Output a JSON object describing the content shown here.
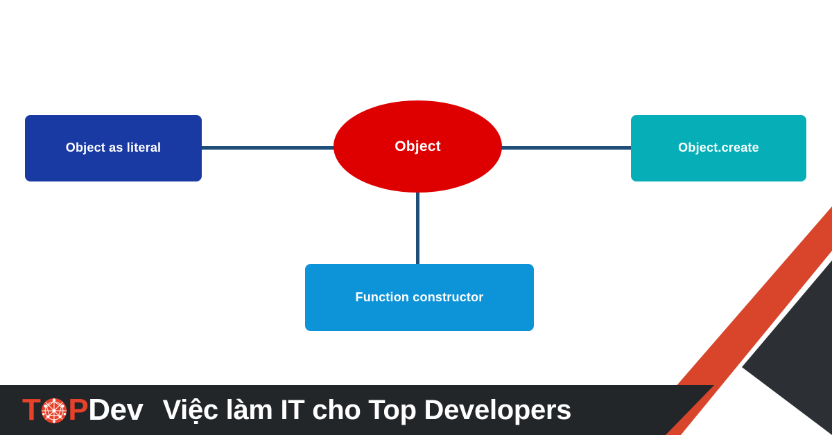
{
  "diagram": {
    "type": "mind-map",
    "center": {
      "id": "object",
      "label": "Object",
      "shape": "ellipse",
      "color": "#de0000",
      "text_color": "#ffffff"
    },
    "branches": [
      {
        "id": "object-as-literal",
        "label": "Object as literal",
        "shape": "rounded-rect",
        "color": "#1a3aa3",
        "text_color": "#ffffff",
        "position": "left"
      },
      {
        "id": "object-create",
        "label": "Object.create",
        "shape": "rounded-rect",
        "color": "#06afb7",
        "text_color": "#ffffff",
        "position": "right"
      },
      {
        "id": "function-constructor",
        "label": "Function constructor",
        "shape": "rounded-rect",
        "color": "#0d93d8",
        "text_color": "#ffffff",
        "position": "bottom"
      }
    ],
    "connector_color": "#1f4e79",
    "background": "#ffffff"
  },
  "banner": {
    "background": "#232629",
    "logo": {
      "prefix": "T",
      "icon": "globe-network-icon",
      "suffix": "P",
      "word": "Dev",
      "accent_color": "#e8412a",
      "text_color": "#ffffff"
    },
    "tagline": "Việc làm IT cho Top Developers",
    "decor": {
      "stripe_color": "#d8452b",
      "chevron_color": "#2c2f33"
    }
  }
}
